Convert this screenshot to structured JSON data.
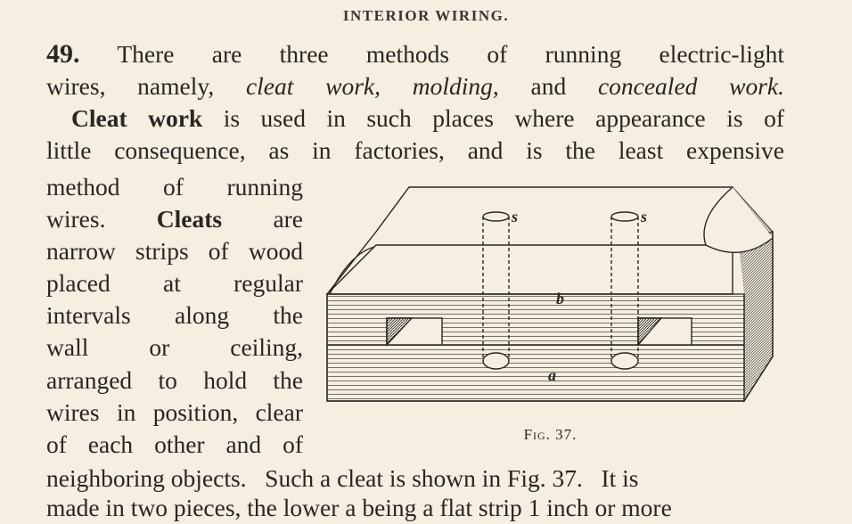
{
  "running_header": "INTERIOR WIRING.",
  "paragraph_49": {
    "number": "49.",
    "line1_rest": "There are three methods of running electric-light",
    "line2_start": "wires, namely,",
    "method1": "cleat work,",
    "method2": "molding,",
    "and": "and",
    "method3": "concealed work."
  },
  "cleat_paragraph": {
    "term": "Cleat work",
    "line1_rest": "is used in such places where appearance is of",
    "line2": "little consequence, as in factories, and is the least expensive",
    "narrow_lines": [
      "method of running",
      "narrow strips of wood",
      "placed at regular",
      "intervals along the",
      "wall or ceiling,",
      "arranged to hold the",
      "wires in position, clear",
      "of each other and of"
    ],
    "wires_line_start": "wires.",
    "cleats_term": "Cleats",
    "wires_line_end": "are",
    "line_after": "neighboring objects.   Such a cleat is shown in Fig. 37.   It is",
    "clipped_line": "made in two pieces, the lower a being a flat strip 1 inch or more"
  },
  "figure": {
    "caption": "Fig. 37.",
    "labels": {
      "s1": "s",
      "s2": "s",
      "b": "b",
      "a": "a"
    }
  }
}
